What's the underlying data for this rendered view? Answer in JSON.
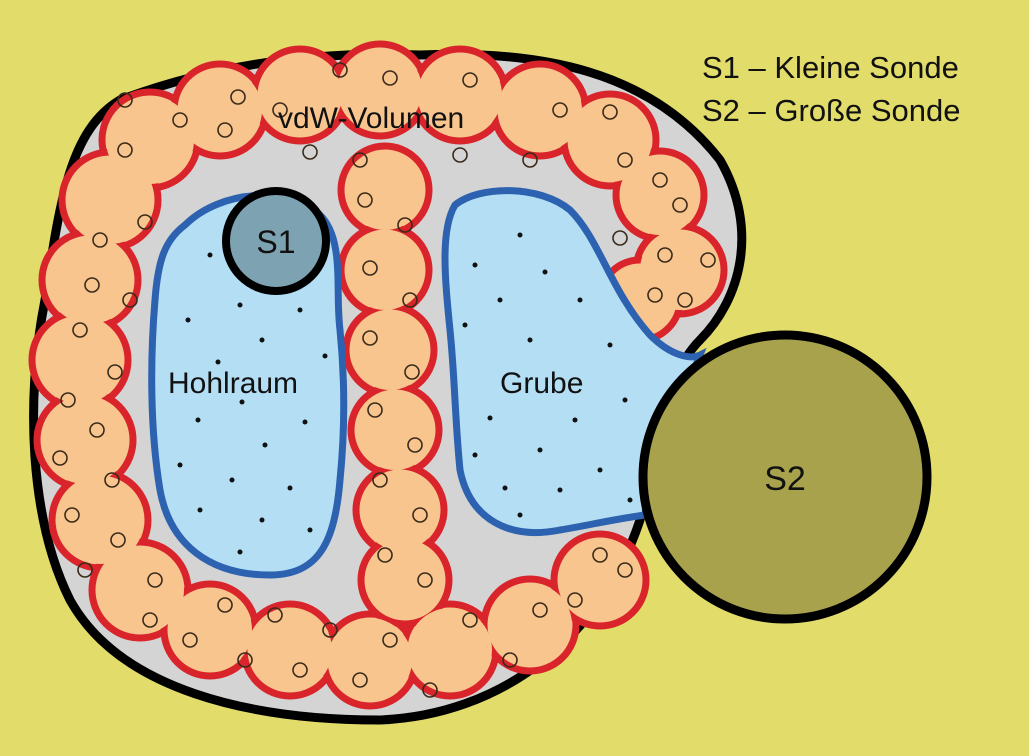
{
  "legend": {
    "s1": "S1 – Kleine Sonde",
    "s2": "S2 – Große Sonde"
  },
  "labels": {
    "vdw": "vdW-Volumen",
    "cavity": "Hohlraum",
    "pocket": "Grube",
    "probe_small": "S1",
    "probe_large": "S2"
  },
  "colors": {
    "background": "#e2dc6b",
    "vdw_fill": "#f8c58e",
    "vdw_outline": "#d8242a",
    "solvent_surface": "#2c62b0",
    "cavity_fill": "#b4def4",
    "gap_fill": "#d4d4d4",
    "outer_outline": "#000000",
    "probe_small_fill": "#7da2b1",
    "probe_large_fill": "#a8a24c"
  }
}
